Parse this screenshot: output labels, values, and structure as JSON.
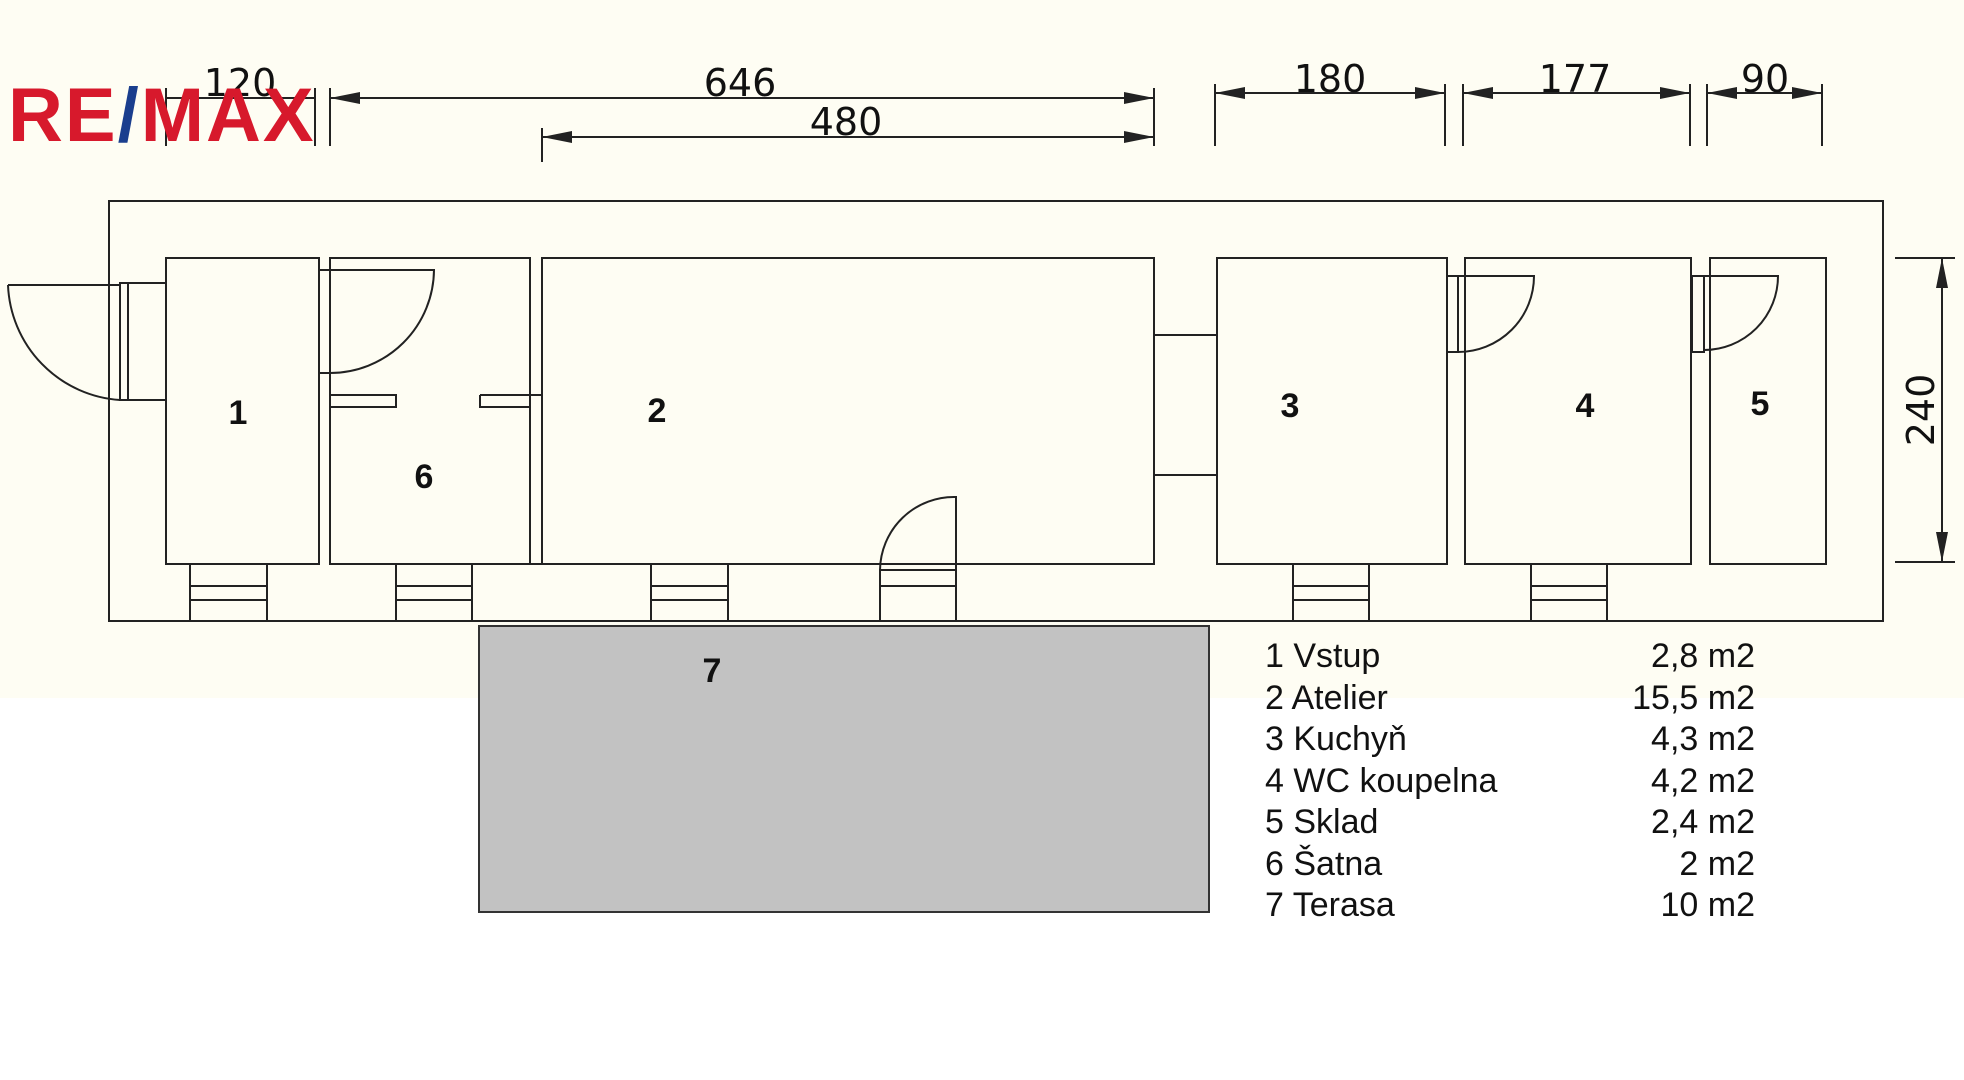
{
  "brand": {
    "part1": "RE",
    "slash": "/",
    "part2": "MAX",
    "color_red": "#D7192C",
    "color_blue": "#1A3E8E"
  },
  "dimensions": {
    "d120": "120",
    "d646": "646",
    "d480": "480",
    "d180": "180",
    "d177": "177",
    "d90": "90",
    "d240": "240"
  },
  "rooms": {
    "r1": "1",
    "r2": "2",
    "r3": "3",
    "r4": "4",
    "r5": "5",
    "r6": "6",
    "r7": "7"
  },
  "legend": [
    {
      "name": "1 Vstup",
      "area": "2,8 m2"
    },
    {
      "name": "2 Atelier",
      "area": "15,5 m2"
    },
    {
      "name": "3 Kuchyň",
      "area": "4,3 m2"
    },
    {
      "name": "4 WC koupelna",
      "area": "4,2 m2"
    },
    {
      "name": "5 Sklad",
      "area": "2,4 m2"
    },
    {
      "name": "6 Šatna",
      "area": "2 m2"
    },
    {
      "name": "7 Terasa",
      "area": "10 m2"
    }
  ],
  "colors": {
    "paper": "#FEFDF3",
    "terrace": "#C2C2C2",
    "line": "#222222"
  }
}
